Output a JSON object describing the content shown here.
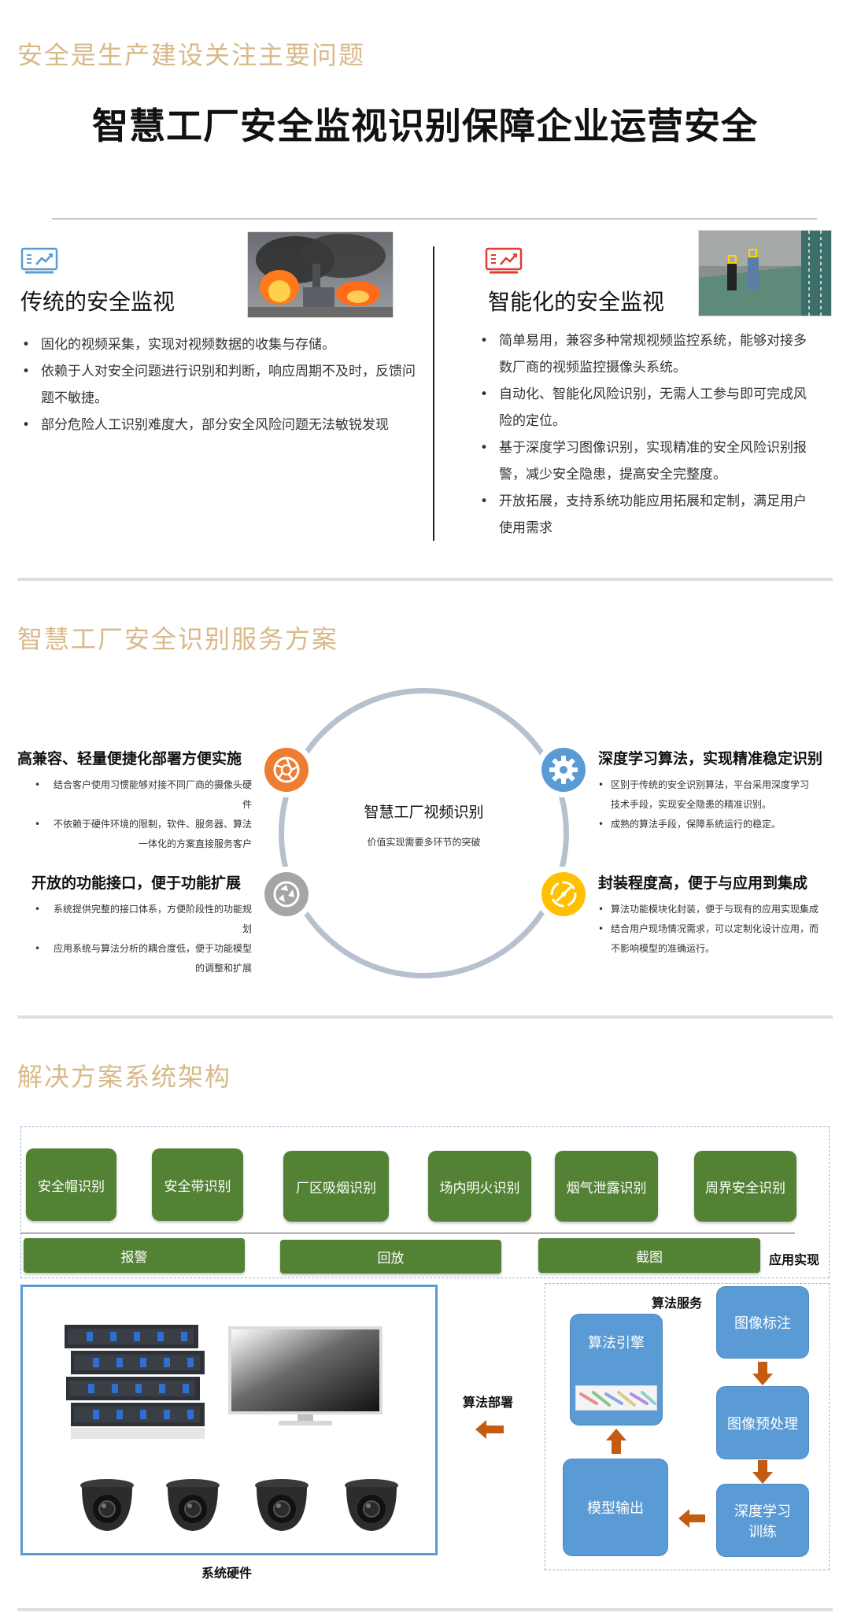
{
  "section1": {
    "kicker": "安全是生产建设关注主要问题",
    "title": "智慧工厂安全监视识别保障企业运营安全",
    "traditional": {
      "icon": "chart-monitor-icon",
      "heading": "传统的安全监视",
      "bullets": [
        "固化的视频采集，实现对视频数据的收集与存储。",
        "依赖于人对安全问题进行识别和判断，响应周期不及时，反馈问题不敏捷。",
        "部分危险人工识别难度大，部分安全风险问题无法敏锐发现"
      ]
    },
    "smart": {
      "icon": "chart-monitor-icon",
      "heading": "智能化的安全监视",
      "bullets": [
        "简单易用，兼容多种常规视频监控系统，能够对接多数厂商的视频监控摄像头系统。",
        "自动化、智能化风险识别，无需人工参与即可完成风险的定位。",
        "基于深度学习图像识别，实现精准的安全风险识别报警，减少安全隐患，提高安全完整度。",
        "开放拓展，支持系统功能应用拓展和定制，满足用户使用需求"
      ]
    }
  },
  "section2": {
    "kicker": "智慧工厂安全识别服务方案",
    "center_title": "智慧工厂视频识别",
    "center_sub": "价值实现需要多环节的突破",
    "features": {
      "top_left": {
        "title": "高兼容、轻量便捷化部署方便实施",
        "items": [
          "结合客户使用习惯能够对接不同厂商的摄像头硬件",
          "不依赖于硬件环境的限制，软件、服务器、算法一体化的方案直接服务客户"
        ]
      },
      "bottom_left": {
        "title": "开放的功能接口，便于功能扩展",
        "items": [
          "系统提供完整的接口体系，方便阶段性的功能规划",
          "应用系统与算法分析的耦合度低，便于功能模型的调整和扩展"
        ]
      },
      "top_right": {
        "title": "深度学习算法，实现精准稳定识别",
        "items": [
          "区别于传统的安全识别算法，平台采用深度学习技术手段，实现安全隐患的精准识别。",
          "成熟的算法手段，保障系统运行的稳定。"
        ]
      },
      "bottom_right": {
        "title": "封装程度高，便于与应用到集成",
        "items": [
          "算法功能模块化封装，便于与现有的应用实现集成",
          "结合用户现场情况需求，可以定制化设计应用，而不影响模型的准确运行。"
        ]
      }
    },
    "colors": {
      "orange": "#ed7d31",
      "blue": "#5b9bd5",
      "grey": "#a5a5a5",
      "yellow": "#ffc000",
      "ring": "#b7c0cf"
    }
  },
  "section3": {
    "kicker": "解决方案系统架构",
    "recognitions": [
      "安全帽识别",
      "安全带识别",
      "厂区吸烟识别",
      "场内明火识别",
      "烟气泄露识别",
      "周界安全识别"
    ],
    "actions": [
      "报警",
      "回放",
      "截图"
    ],
    "app_label": "应用实现",
    "hardware_label": "系统硬件",
    "deploy_label": "算法部署",
    "algo_service_label": "算法服务",
    "algo_engine": "算法引擎",
    "model_output": "模型输出",
    "image_annotation": "图像标注",
    "image_preprocess": "图像预处理",
    "deep_learning_train": "深度学习训练",
    "colors": {
      "green": "#548235",
      "blue": "#5b9bd5",
      "arrow": "#c55a11"
    }
  }
}
